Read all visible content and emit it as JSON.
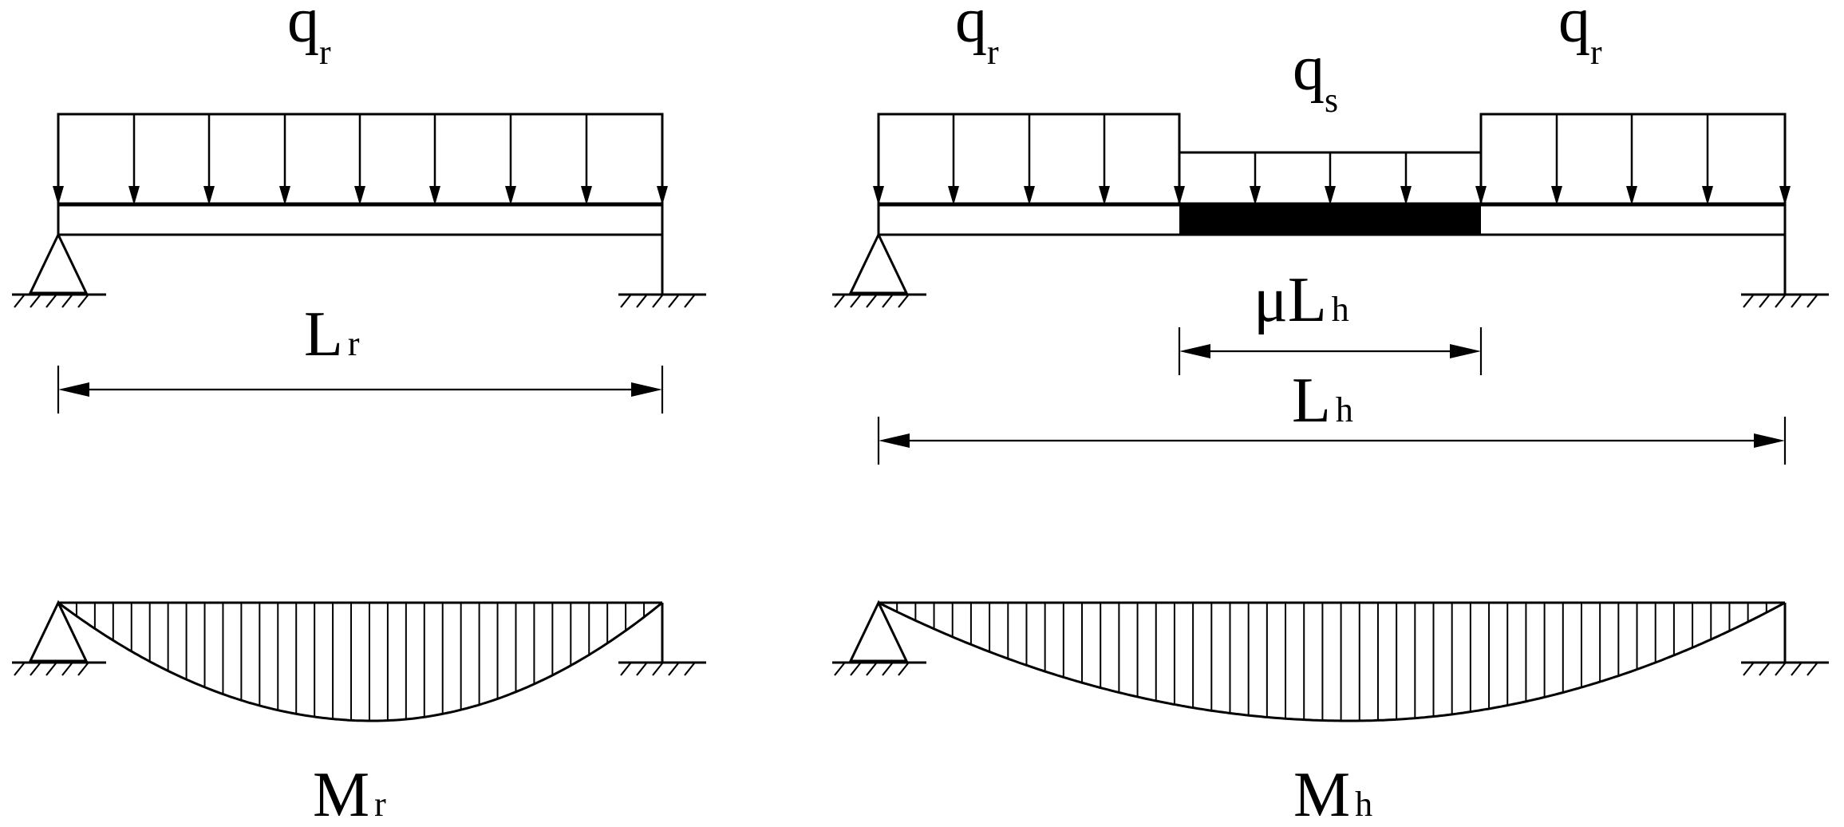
{
  "labels": {
    "left_load": {
      "main": "q",
      "sub": "r"
    },
    "right_load_left": {
      "main": "q",
      "sub": "r"
    },
    "right_load_mid": {
      "main": "q",
      "sub": "s"
    },
    "right_load_right": {
      "main": "q",
      "sub": "r"
    },
    "left_span": {
      "main": "L",
      "sub": "r"
    },
    "right_sub_span": {
      "main": "μL",
      "sub": "h"
    },
    "right_span": {
      "main": "L",
      "sub": "h"
    },
    "left_moment": {
      "main": "M",
      "sub": "r"
    },
    "right_moment": {
      "main": "M",
      "sub": "h"
    }
  }
}
